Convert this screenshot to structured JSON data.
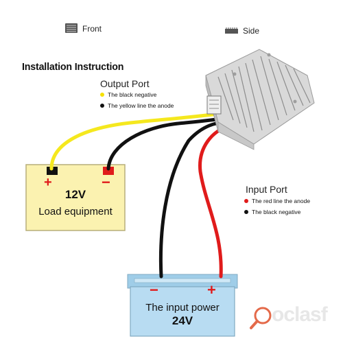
{
  "legend": {
    "front_label": "Front",
    "side_label": "Side",
    "front_icon": "front-view-icon",
    "side_icon": "side-view-icon"
  },
  "title": "Installation Instruction",
  "output_port": {
    "title": "Output Port",
    "items": [
      {
        "text": "The black negative",
        "dot_color": "#f5e000"
      },
      {
        "text": "The yellow line the anode",
        "dot_color": "#111111"
      }
    ]
  },
  "input_port": {
    "title": "Input Port",
    "items": [
      {
        "text": "The red line the anode",
        "dot_color": "#e01b1b"
      },
      {
        "text": "The black negative",
        "dot_color": "#111111"
      }
    ]
  },
  "load_battery": {
    "plus": "+",
    "minus": "−",
    "voltage": "12V",
    "label": "Load equipment",
    "fill": "#fbf2b0"
  },
  "input_battery": {
    "minus": "−",
    "plus": "+",
    "label": "The input power",
    "voltage": "24V",
    "fill": "#b8dcf2"
  },
  "wires": {
    "yellow": "#f5e81e",
    "black": "#111111",
    "red": "#e01b1b"
  },
  "watermark": {
    "text": "oclasf",
    "icon": "magnifier-logo-icon"
  }
}
